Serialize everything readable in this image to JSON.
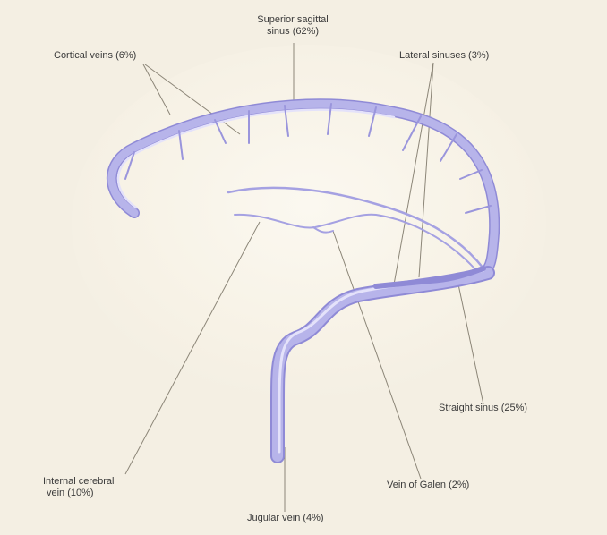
{
  "labels": {
    "cortical_veins": "Cortical veins (6%)",
    "superior_sagittal_line1": "Superior sagittal",
    "superior_sagittal_line2": "sinus (62%)",
    "lateral_sinuses": "Lateral sinuses (3%)",
    "straight_sinus": "Straight sinus (25%)",
    "internal_cerebral_line1": "Internal cerebral",
    "internal_cerebral_line2": "vein (10%)",
    "vein_of_galen": "Vein of Galen (2%)",
    "jugular_vein": "Jugular vein (4%)"
  },
  "colors": {
    "background": "#f4efe3",
    "brain_halo": "#fbf8f0",
    "vein_fill": "#b7b4ea",
    "vein_outline": "#8f8ad6",
    "vein_highlight": "#e4e2fa",
    "leader_line": "#8c8678",
    "text": "#3a3a3a"
  }
}
